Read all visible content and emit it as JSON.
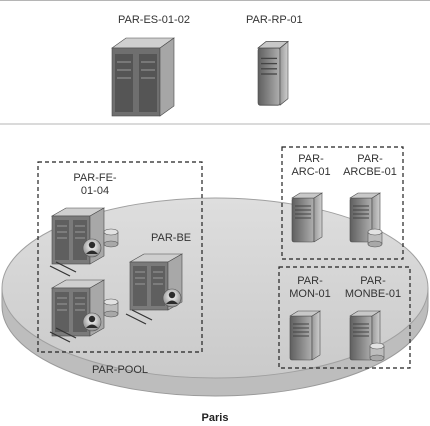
{
  "top_section": {
    "edge_server_label": "PAR-ES-01-02",
    "reverse_proxy_label": "PAR-RP-01"
  },
  "site": {
    "name": "Paris",
    "pool": {
      "label": "PAR-POOL",
      "front_end_label": "PAR-FE-\n01-04",
      "back_end_label": "PAR-BE"
    },
    "archiving_group": {
      "archiving_label": "PAR-\nARC-01",
      "archiving_backend_label": "PAR-\nARCBE-01"
    },
    "monitoring_group": {
      "monitoring_label": "PAR-\nMON-01",
      "monitoring_backend_label": "PAR-\nMONBE-01"
    }
  },
  "colors": {
    "divider": "#b5b5b5",
    "platform_top": "#d6d6d6",
    "platform_side": "#c0c0c0",
    "server_dark": "#6e6e6e",
    "server_light": "#a9a9a9",
    "dashed_box": "#222222"
  }
}
